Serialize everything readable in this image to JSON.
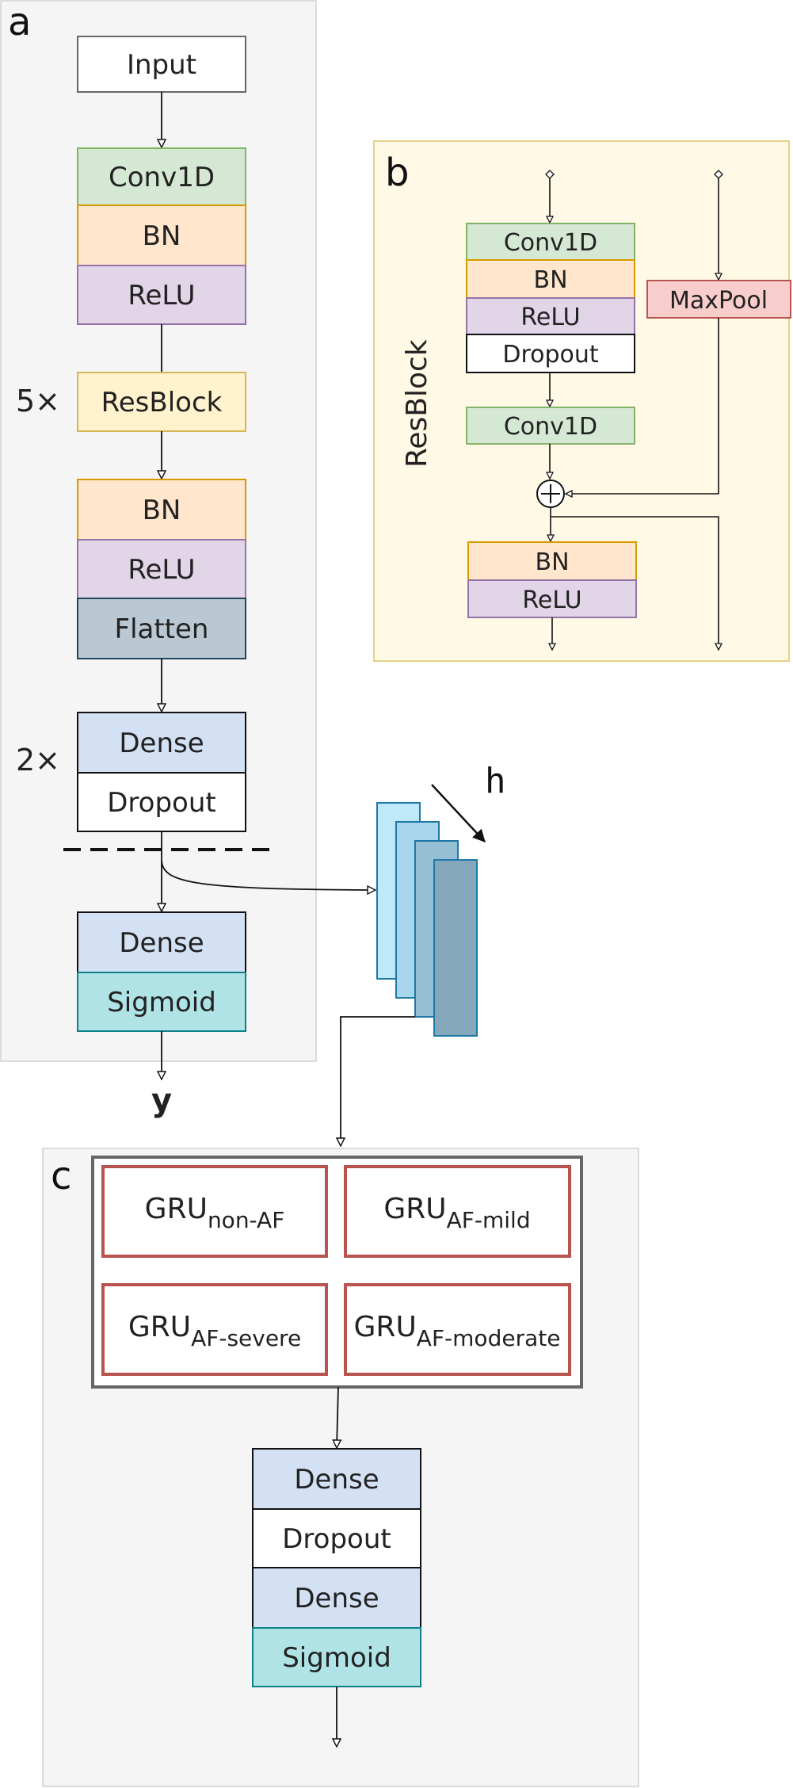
{
  "panel_a": {
    "letter": "a",
    "input": "Input",
    "conv1d": "Conv1D",
    "bn": "BN",
    "relu": "ReLU",
    "resblock_mult": "5×",
    "resblock": "ResBlock",
    "bn2": "BN",
    "relu2": "ReLU",
    "flatten": "Flatten",
    "dense_mult": "2×",
    "dense": "Dense",
    "dropout": "Dropout",
    "dense_out": "Dense",
    "sigmoid": "Sigmoid",
    "output": "y"
  },
  "panel_b": {
    "letter": "b",
    "title": "ResBlock",
    "conv1d": "Conv1D",
    "bn": "BN",
    "relu": "ReLU",
    "dropout": "Dropout",
    "conv1d_2": "Conv1D",
    "maxpool": "MaxPool",
    "bn_out": "BN",
    "relu_out": "ReLU"
  },
  "hidden_label": "h",
  "panel_c": {
    "letter": "c",
    "gru": [
      {
        "base": "GRU",
        "sub": "non-AF"
      },
      {
        "base": "GRU",
        "sub": "AF-mild"
      },
      {
        "base": "GRU",
        "sub": "AF-severe"
      },
      {
        "base": "GRU",
        "sub": "AF-moderate"
      }
    ],
    "dense1": "Dense",
    "dropout": "Dropout",
    "dense2": "Dense",
    "sigmoid": "Sigmoid"
  },
  "colors": {
    "conv": "#d5e8d4",
    "conv_stroke": "#82b366",
    "bn": "#ffe6cc",
    "bn_stroke": "#d79b00",
    "relu": "#e1d5e7",
    "relu_stroke": "#9673a6",
    "resblock": "#fff2cc",
    "resblock_stroke": "#d6b656",
    "flatten": "#bac8d3",
    "flatten_stroke": "#23445d",
    "dense": "#d4e1f5",
    "dense_stroke": "#111111",
    "sigmoid": "#b0e3e6",
    "sigmoid_stroke": "#0e8088",
    "maxpool": "#f8cecc",
    "maxpool_stroke": "#b85450",
    "gru_stroke": "#b85450"
  }
}
